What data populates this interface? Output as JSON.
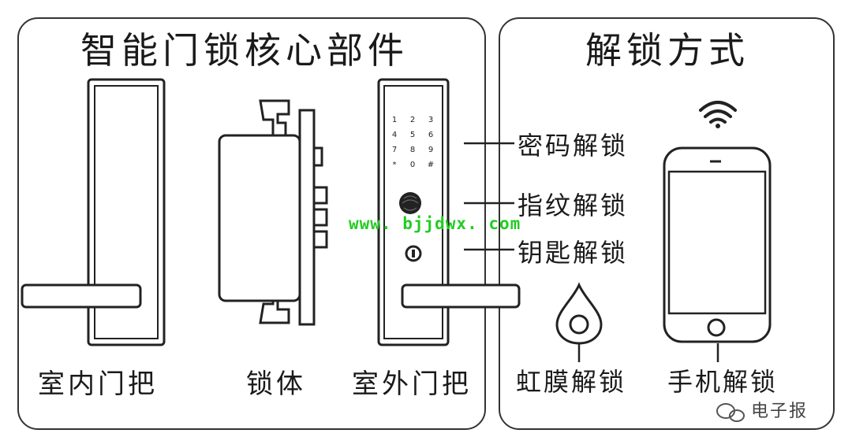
{
  "panels": {
    "left": {
      "title": "智能门锁核心部件"
    },
    "right": {
      "title": "解锁方式"
    }
  },
  "components": {
    "indoor_handle": "室内门把",
    "lock_body": "锁体",
    "outdoor_handle": "室外门把"
  },
  "keypad": {
    "keys": [
      "1",
      "2",
      "3",
      "4",
      "5",
      "6",
      "7",
      "8",
      "9",
      "*",
      "0",
      "#"
    ]
  },
  "unlock_methods": {
    "password": "密码解锁",
    "fingerprint": "指纹解锁",
    "key": "钥匙解锁",
    "iris": "虹膜解锁",
    "phone": "手机解锁"
  },
  "icons": {
    "wifi": "wifi-icon",
    "smartphone": "smartphone-icon",
    "iris_tag": "iris-tag-icon",
    "fingerprint": "fingerprint-icon",
    "keyhole": "keyhole-icon",
    "wechat": "wechat-icon"
  },
  "watermark": "www. bjjdwx. com",
  "source": "电子报",
  "colors": {
    "watermark": "#22cc22",
    "line": "#222222"
  }
}
